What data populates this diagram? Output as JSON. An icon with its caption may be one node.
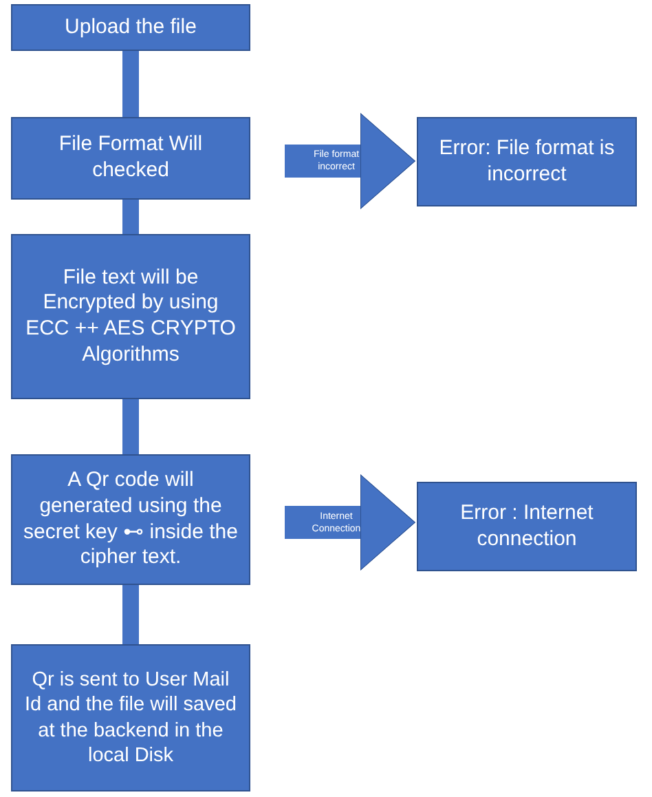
{
  "diagram": {
    "nodes": [
      {
        "text": [
          "Upload the file"
        ]
      },
      {
        "text": [
          "File Format Will checked"
        ]
      },
      {
        "text": [
          "Error: File format is incorrect"
        ]
      },
      {
        "text": [
          "File text will be Encrypted by using ECC ++ AES CRYPTO Algorithms"
        ]
      },
      {
        "text": [
          "A Qr code will generated using the secret key ⊷ inside the cipher text."
        ]
      },
      {
        "text": [
          "Error : Internet connection"
        ]
      },
      {
        "text": [
          "Qr is sent to User Mail Id and the file will saved at the backend in the local Disk"
        ]
      }
    ],
    "edges": [
      {
        "from": 0,
        "to": 1,
        "arrow": "none"
      },
      {
        "from": 1,
        "to": 2,
        "arrow": "to",
        "label": "File format incorrect",
        "style": "thick"
      },
      {
        "from": 1,
        "to": 3,
        "arrow": "none"
      },
      {
        "from": 3,
        "to": 4,
        "arrow": "none"
      },
      {
        "from": 4,
        "to": 5,
        "arrow": "to",
        "label": "Internet Connection",
        "style": "thick"
      },
      {
        "from": 4,
        "to": 6,
        "arrow": "none"
      }
    ]
  }
}
